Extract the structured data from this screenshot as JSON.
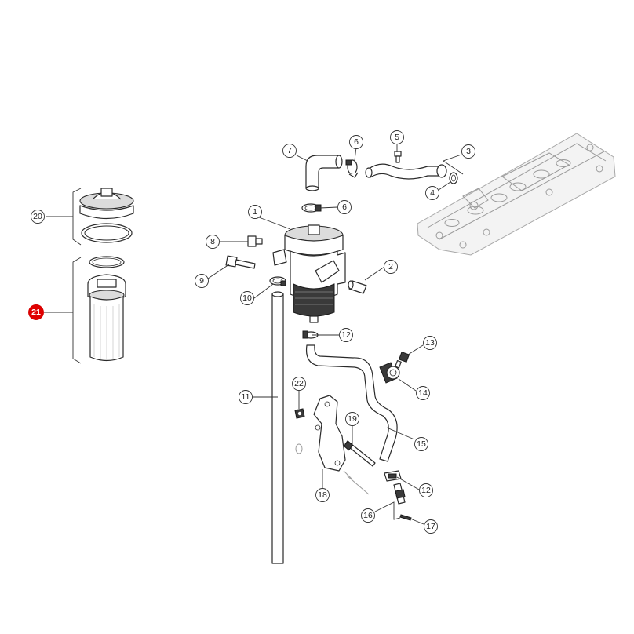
{
  "highlight_color": "#e00000",
  "callouts": {
    "c1": "1",
    "c2": "2",
    "c3": "3",
    "c4": "4",
    "c5": "5",
    "c6a": "6",
    "c6b": "6",
    "c7": "7",
    "c8": "8",
    "c9": "9",
    "c10": "10",
    "c11": "11",
    "c12a": "12",
    "c12b": "12",
    "c13": "13",
    "c14": "14",
    "c15": "15",
    "c16": "16",
    "c17": "17",
    "c18": "18",
    "c19": "19",
    "c20": "20",
    "c21": "21",
    "c22": "22"
  },
  "selected_part": "21"
}
